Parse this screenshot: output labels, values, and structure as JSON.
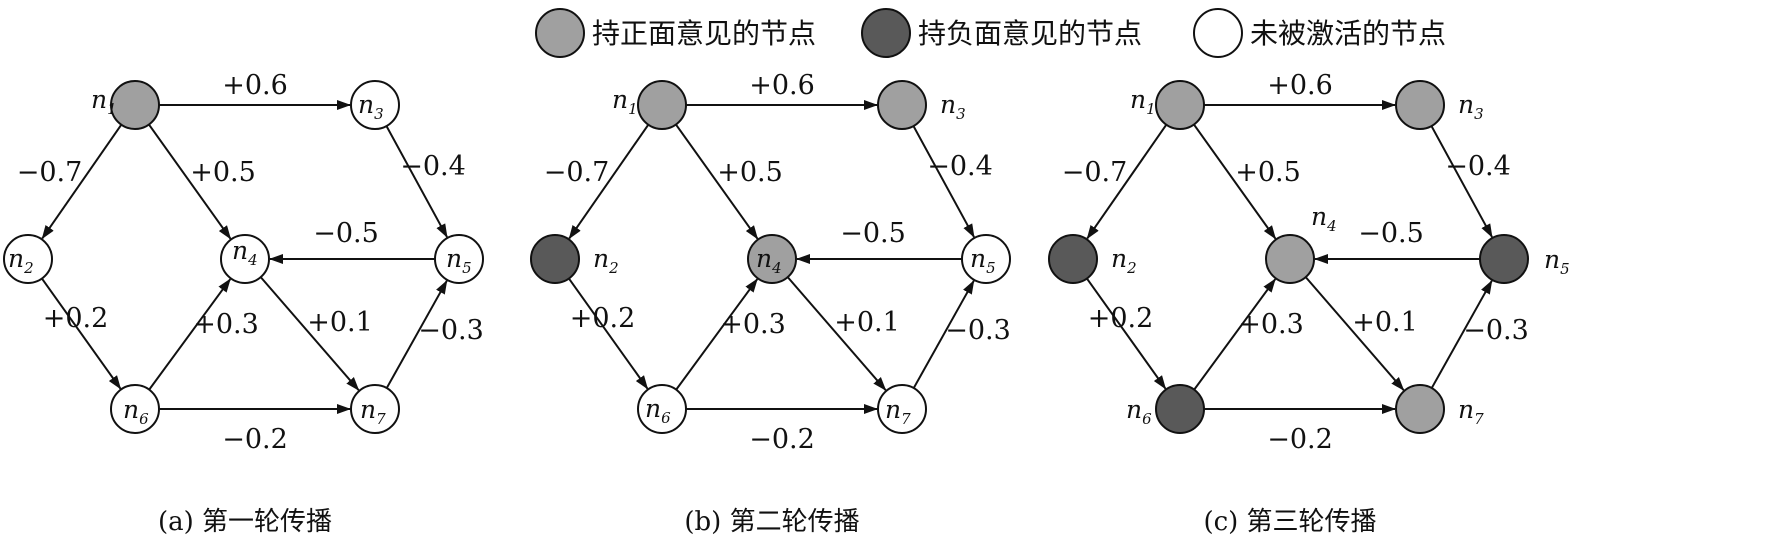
{
  "colors": {
    "positive": "#a0a0a0",
    "negative": "#595959",
    "inactive": "#ffffff",
    "stroke": "#111111"
  },
  "legend": [
    {
      "state": "positive",
      "label": "持正面意见的节点"
    },
    {
      "state": "negative",
      "label": "持负面意见的节点"
    },
    {
      "state": "inactive",
      "label": "未被激活的节点"
    }
  ],
  "edges": [
    {
      "from": "n1",
      "to": "n3",
      "weight": "+0.6"
    },
    {
      "from": "n1",
      "to": "n2",
      "weight": "−0.7"
    },
    {
      "from": "n1",
      "to": "n4",
      "weight": "+0.5"
    },
    {
      "from": "n3",
      "to": "n5",
      "weight": "−0.4"
    },
    {
      "from": "n5",
      "to": "n4",
      "weight": "−0.5"
    },
    {
      "from": "n2",
      "to": "n6",
      "weight": "+0.2"
    },
    {
      "from": "n6",
      "to": "n4",
      "weight": "+0.3"
    },
    {
      "from": "n4",
      "to": "n7",
      "weight": "+0.1"
    },
    {
      "from": "n7",
      "to": "n5",
      "weight": "−0.3"
    },
    {
      "from": "n6",
      "to": "n7",
      "weight": "−0.2"
    }
  ],
  "panels": [
    {
      "caption": "(a) 第一轮传播",
      "nodes": {
        "n1": "positive",
        "n2": "inactive",
        "n3": "inactive",
        "n4": "inactive",
        "n5": "inactive",
        "n6": "inactive",
        "n7": "inactive"
      }
    },
    {
      "caption": "(b) 第二轮传播",
      "nodes": {
        "n1": "positive",
        "n2": "negative",
        "n3": "positive",
        "n4": "positive",
        "n5": "inactive",
        "n6": "inactive",
        "n7": "inactive"
      }
    },
    {
      "caption": "(c) 第三轮传播",
      "nodes": {
        "n1": "positive",
        "n2": "negative",
        "n3": "positive",
        "n4": "positive",
        "n5": "negative",
        "n6": "negative",
        "n7": "positive"
      }
    }
  ]
}
